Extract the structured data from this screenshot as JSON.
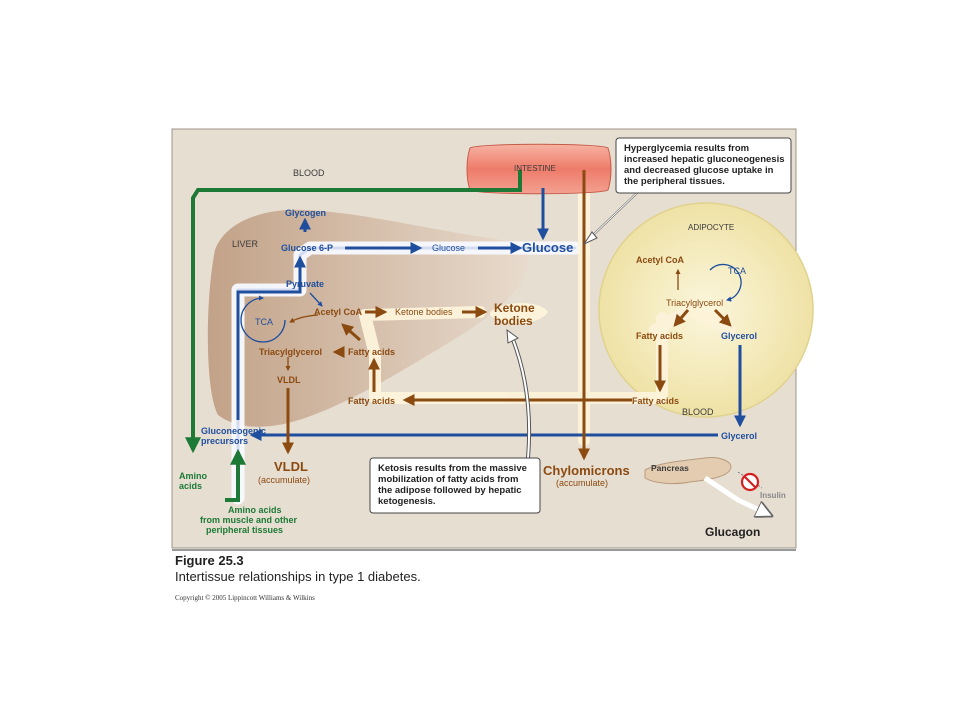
{
  "labels": {
    "blood_top": "BLOOD",
    "intestine": "INTESTINE",
    "liver": "LIVER",
    "glycogen": "Glycogen",
    "glucose6p": "Glucose 6-P",
    "glucose_small": "Glucose",
    "glucose_big": "Glucose",
    "pyruvate": "Pyruvate",
    "tca_liver": "TCA",
    "acetyl_coa_liver": "Acetyl CoA",
    "ketone_small": "Ketone bodies",
    "ketone_big_1": "Ketone",
    "ketone_big_2": "bodies",
    "fatty_acids_liver": "Fatty acids",
    "triacylglycerol_liver": "Triacylglycerol",
    "vldl_small": "VLDL",
    "fatty_acids_blood": "Fatty acids",
    "gluconeogenic_1": "Gluconeogenic",
    "gluconeogenic_2": "precursors",
    "amino_acids_1": "Amino",
    "amino_acids_2": "acids",
    "vldl_big": "VLDL",
    "vldl_accumulate": "(accumulate)",
    "amino_muscle_1": "Amino acids",
    "amino_muscle_2": "from muscle and other",
    "amino_muscle_3": "peripheral tissues",
    "adipocyte": "ADIPOCYTE",
    "acetyl_coa_adipo": "Acetyl CoA",
    "tca_adipo": "TCA",
    "triacylglycerol_adipo": "Triacylglycerol",
    "fatty_acids_adipo": "Fatty acids",
    "glycerol_adipo": "Glycerol",
    "fatty_acids_right": "Fatty acids",
    "blood_right": "BLOOD",
    "glycerol_blood": "Glycerol",
    "chylomicrons": "Chylomicrons",
    "chylo_accumulate": "(accumulate)",
    "pancreas": "Pancreas",
    "insulin": "Insulin",
    "glucagon": "Glucagon"
  },
  "callouts": {
    "hyperglycemia": [
      "Hyperglycemia results from",
      "increased hepatic gluconeogenesis",
      "and decreased glucose uptake in",
      "the peripheral tissues."
    ],
    "ketosis": [
      "Ketosis results from the massive",
      "mobilization of fatty acids from",
      "the adipose followed by hepatic",
      "ketogenesis."
    ]
  },
  "caption": {
    "figure": "Figure 25.3",
    "description": "Intertissue relationships in type 1 diabetes."
  },
  "copyright": "Copyright © 2005 Lippincott Williams & Wilkins",
  "colors": {
    "panel_bg": "#e7ded2",
    "glucose_blue": "#1f4e9e",
    "fat_brown": "#8b4a10",
    "amino_green": "#1c7a36",
    "adipocyte_fill": "#f6eec0",
    "liver_fill": "#c9ab92",
    "intestine_fill": "#f08070"
  }
}
